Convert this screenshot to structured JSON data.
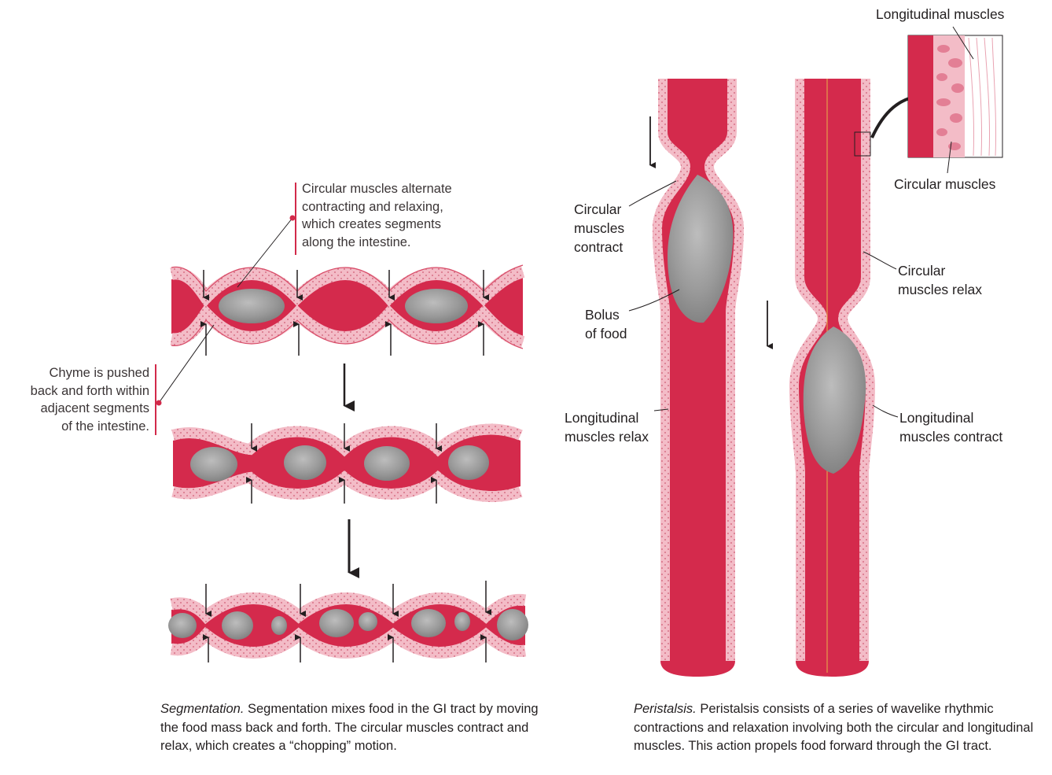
{
  "segmentation": {
    "label_circular": [
      "Circular muscles alternate",
      "contracting and relaxing,",
      "which creates segments",
      "along the intestine."
    ],
    "label_chyme": [
      "Chyme is pushed",
      "back and forth within",
      "adjacent segments",
      "of the intestine."
    ],
    "caption_title": "Segmentation.",
    "caption_text": "Segmentation mixes food in the GI tract by moving the food mass back and forth. The circular muscles contract and relax, which creates a “chopping” motion."
  },
  "peristalsis": {
    "label_longitudinal_muscles": "Longitudinal muscles",
    "label_circular_muscles": "Circular muscles",
    "label_circular_contract": [
      "Circular",
      "muscles",
      "contract"
    ],
    "label_bolus": [
      "Bolus",
      "of food"
    ],
    "label_longitudinal_relax": [
      "Longitudinal",
      "muscles relax"
    ],
    "label_circular_relax": [
      "Circular",
      "muscles relax"
    ],
    "label_longitudinal_contract": [
      "Longitudinal",
      "muscles contract"
    ],
    "caption_title": "Peristalsis.",
    "caption_text": "Peristalsis consists of a series of wavelike rhythmic contractions and relaxation involving both the circular and longitudinal muscles. This action propels food forward through the GI tract."
  },
  "colors": {
    "lumen": "#d42a4c",
    "wall": "#f2b8c4",
    "wall_edge": "#d84c68",
    "bolus": "#9b9b9b"
  }
}
